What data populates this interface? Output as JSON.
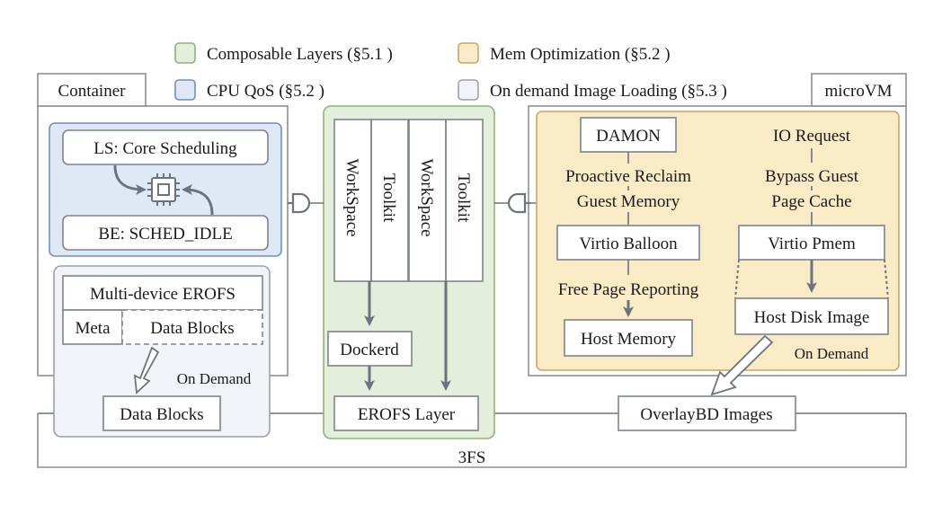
{
  "legend": {
    "composable": "Composable Layers (§5.1 )",
    "mem_opt": "Mem Optimization (§5.2 )",
    "cpu_qos": "CPU QoS  (§5.2 )",
    "on_demand": "On demand Image Loading (§5.3 )"
  },
  "colors": {
    "composable": "#e3eedb",
    "composable_border": "#8fb07a",
    "mem": "#f8ebc6",
    "mem_border": "#c8a860",
    "cpu": "#dfe8f5",
    "cpu_border": "#6d8fc4",
    "ondemand": "#f1f3f7",
    "ondemand_border": "#9aa0aa"
  },
  "container": {
    "label": "Container",
    "ls": "LS: Core Scheduling",
    "be": "BE: SCHED_IDLE",
    "chip_icon": "cpu-chip-icon",
    "erofs": "Multi-device EROFS",
    "meta": "Meta",
    "data_blocks": "Data Blocks",
    "on_demand": "On Demand",
    "data_blocks_bottom": "Data Blocks"
  },
  "center": {
    "workspace1": "WorkSpace",
    "toolkit1": "Toolkit",
    "workspace2": "WorkSpace",
    "toolkit2": "Toolkit",
    "dockerd": "Dockerd",
    "erofs_layer": "EROFS Layer"
  },
  "microvm": {
    "label": "microVM",
    "damon": "DAMON",
    "proactive1": "Proactive Reclaim",
    "proactive2": "Guest Memory",
    "balloon": "Virtio Balloon",
    "free_page": "Free Page Reporting",
    "host_memory": "Host Memory",
    "io_request": "IO Request",
    "bypass1": "Bypass Guest",
    "bypass2": "Page Cache",
    "pmem": "Virtio Pmem",
    "host_disk": "Host Disk Image",
    "on_demand": "On Demand"
  },
  "overlaybd": "OverlayBD Images",
  "fs3": "3FS"
}
